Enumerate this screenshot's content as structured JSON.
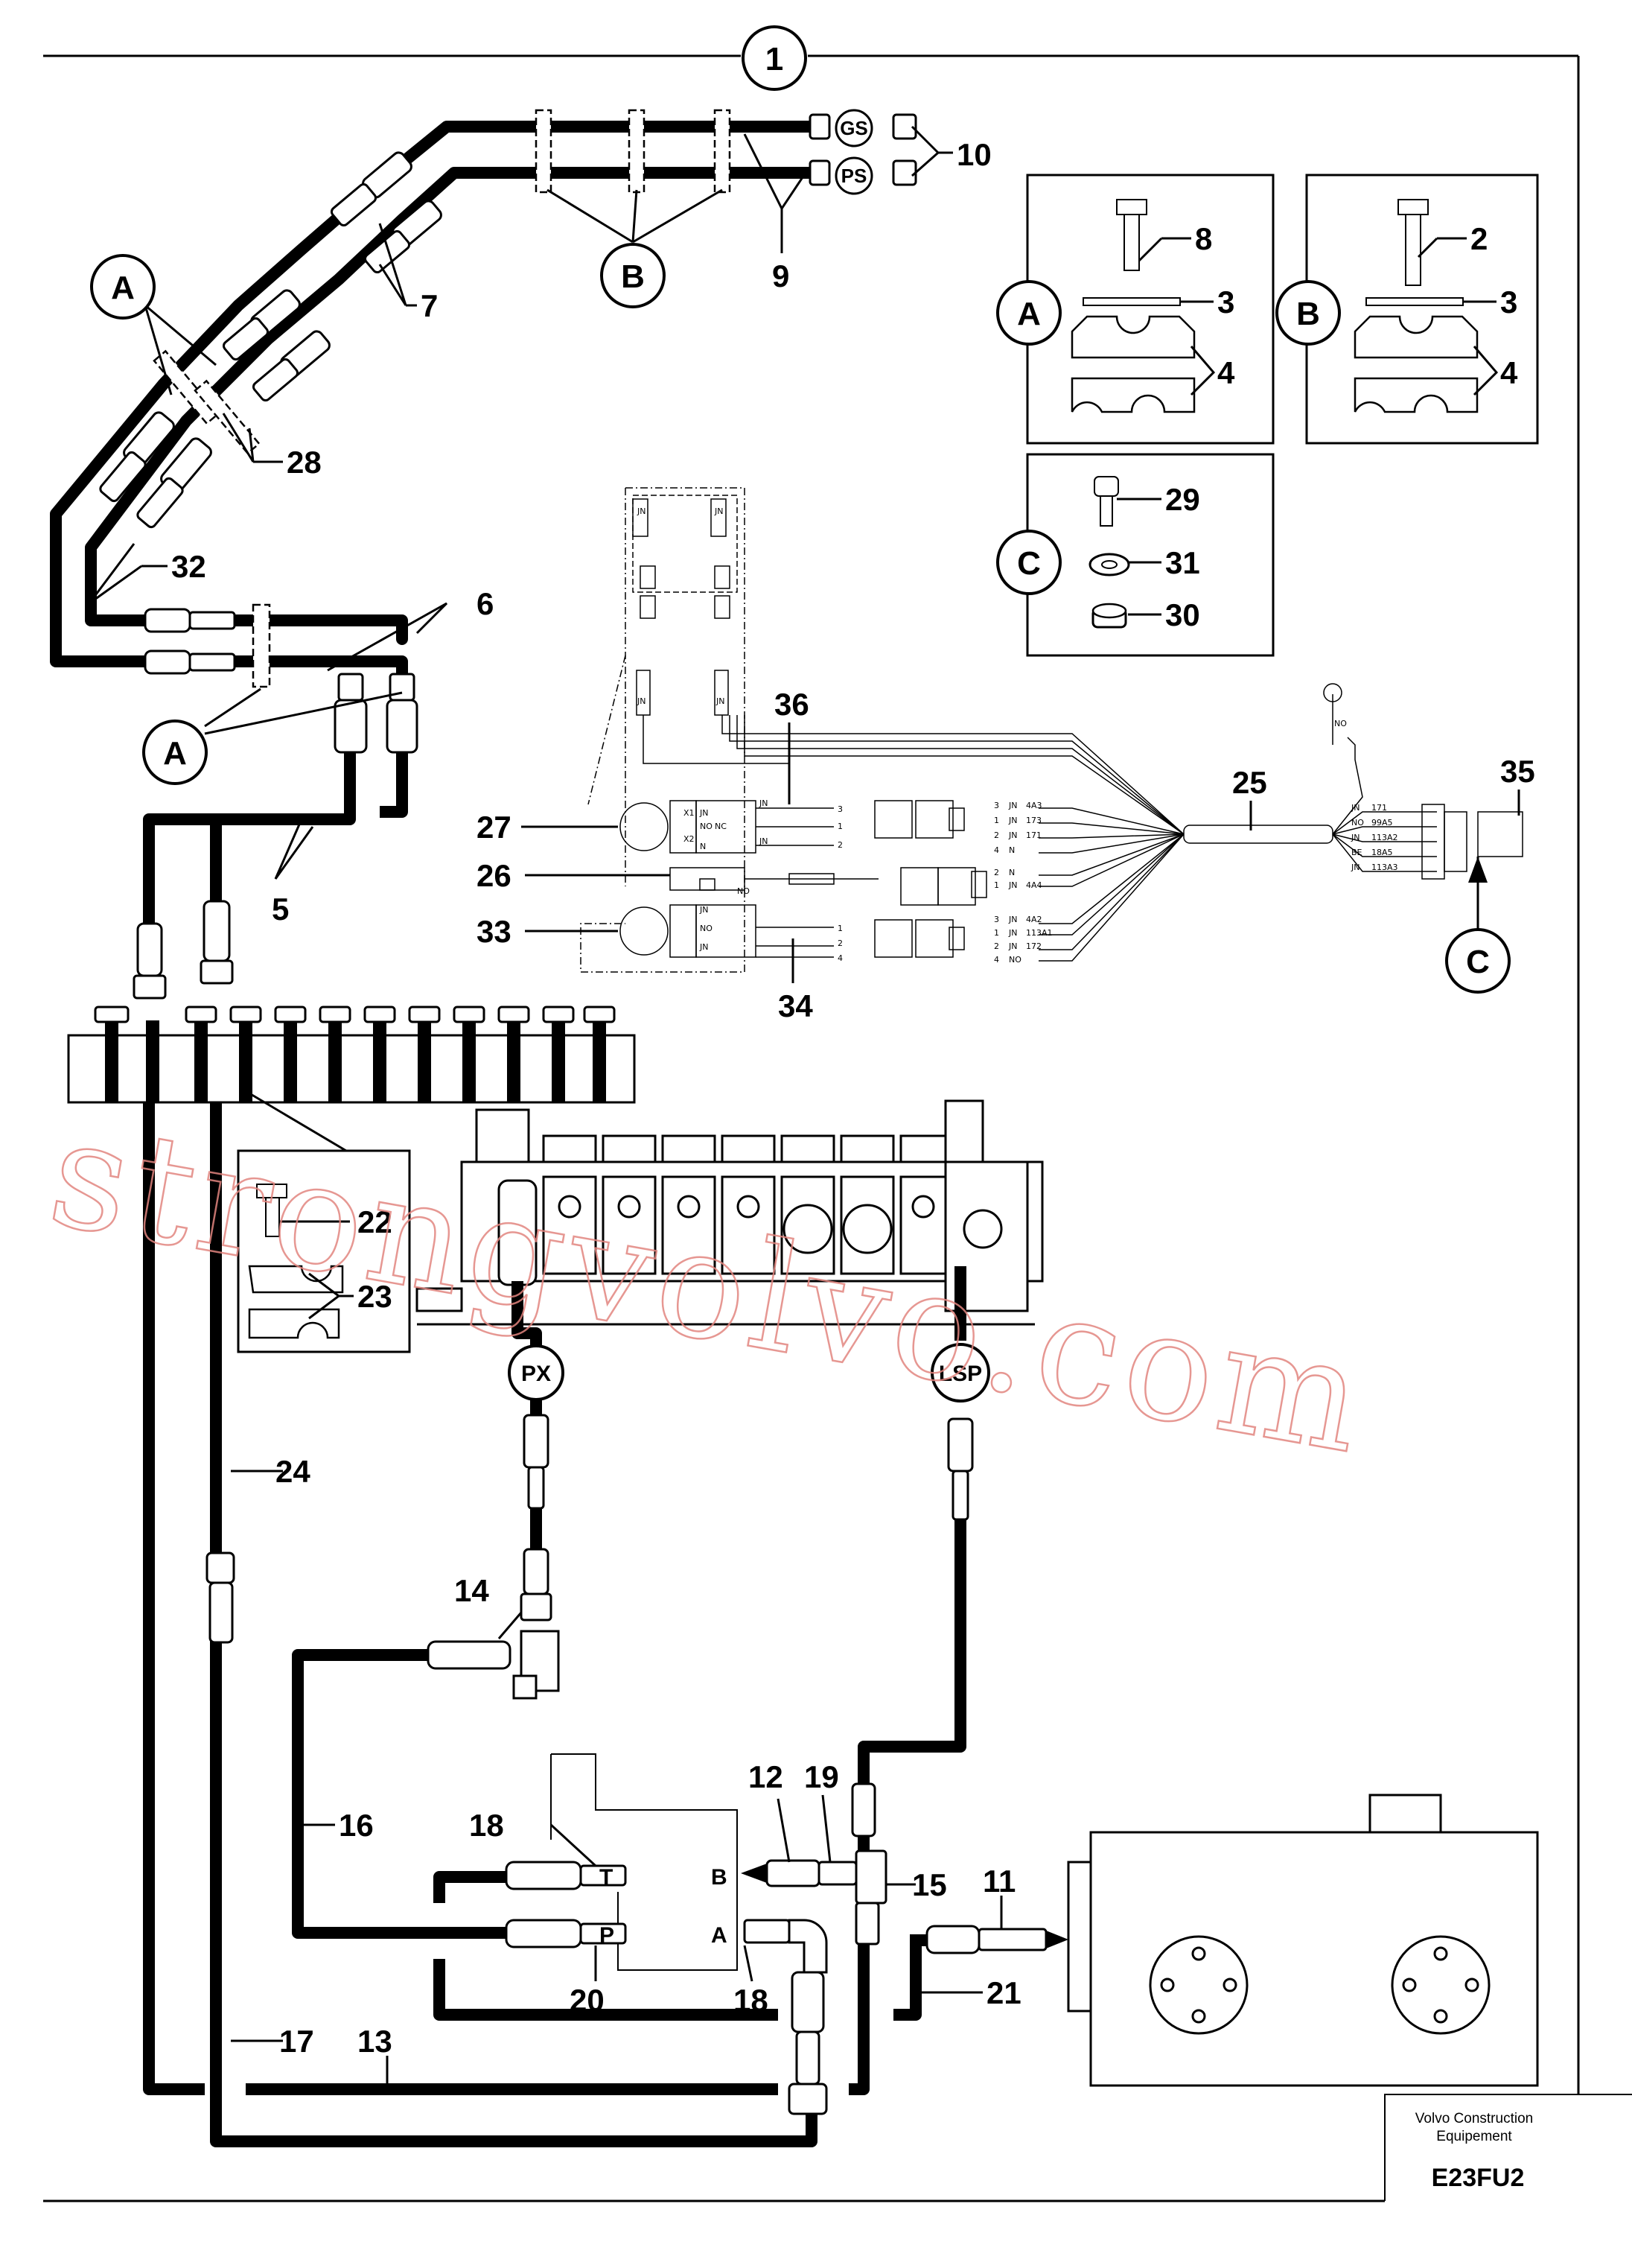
{
  "sheet": {
    "sheet_number": "1",
    "publisher_line1": "Volvo Construction",
    "publisher_line2": "Equipement",
    "drawing_code": "E23FU2"
  },
  "watermark": "strongvolvo.com",
  "fittings": {
    "gs": "GS",
    "ps": "PS",
    "px": "PX",
    "lsp": "LSP"
  },
  "detail_letters": {
    "a": "A",
    "b": "B",
    "c": "C"
  },
  "valve_ports": {
    "t": "T",
    "p": "P",
    "b": "B",
    "a": "A"
  },
  "callouts": {
    "c2": "2",
    "c3": "3",
    "c4": "4",
    "c5": "5",
    "c6": "6",
    "c7": "7",
    "c8": "8",
    "c9": "9",
    "c10": "10",
    "c11": "11",
    "c12": "12",
    "c13": "13",
    "c14": "14",
    "c15": "15",
    "c16": "16",
    "c17": "17",
    "c18": "18",
    "c19": "19",
    "c20": "20",
    "c21": "21",
    "c22": "22",
    "c23": "23",
    "c24": "24",
    "c25": "25",
    "c26": "26",
    "c27": "27",
    "c28": "28",
    "c29": "29",
    "c30": "30",
    "c31": "31",
    "c32": "32",
    "c33": "33",
    "c34": "34",
    "c35": "35",
    "c36": "36"
  },
  "wiring": {
    "jn": "JN",
    "n": "N",
    "no": "NO",
    "nc": "NC",
    "be": "BE",
    "x1": "X1",
    "x2": "X2",
    "w4a3": "4A3",
    "w173": "173",
    "w171": "171",
    "w4a4": "4A4",
    "w4a2": "4A2",
    "w113a1": "113A1",
    "w172": "172",
    "w99a5": "99A5",
    "w113a2": "113A2",
    "w18a5": "18A5",
    "w113a3": "113A3",
    "p1": "1",
    "p2": "2",
    "p3": "3",
    "p4": "4"
  }
}
